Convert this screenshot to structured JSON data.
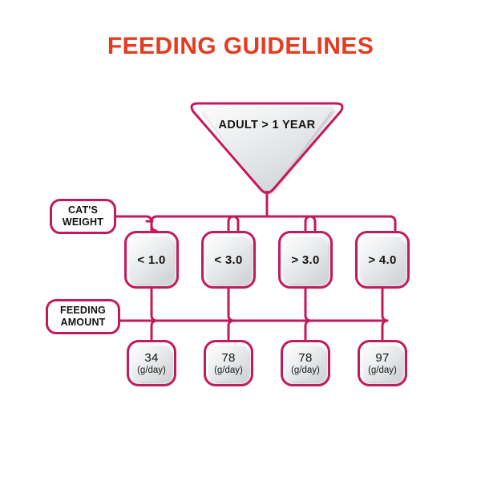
{
  "title": "FEEDING GUIDELINES",
  "colors": {
    "title": "#E63B20",
    "line": "#C3195D",
    "node_border": "#C3195D",
    "node_fill_light": "#FDFDFD",
    "node_fill_dark": "#CDD0D3",
    "text": "#141414",
    "background": "#FFFFFF"
  },
  "root": {
    "label": "ADULT  >  1 YEAR",
    "shape": "rounded-triangle-down"
  },
  "rows": [
    {
      "key": "weight",
      "label_line1": "CAT'S",
      "label_line2": "WEIGHT",
      "label_full": "CAT'S WEIGHT"
    },
    {
      "key": "amount",
      "label_line1": "FEEDING",
      "label_line2": "AMOUNT",
      "label_full": "FEEDING AMOUNT"
    }
  ],
  "columns": [
    {
      "weight": "< 1.0",
      "amount_value": "34",
      "amount_unit": "(g/day)"
    },
    {
      "weight": "< 3.0",
      "amount_value": "78",
      "amount_unit": "(g/day)"
    },
    {
      "weight": "> 3.0",
      "amount_value": "78",
      "amount_unit": "(g/day)"
    },
    {
      "weight": "> 4.0",
      "amount_value": "97",
      "amount_unit": "(g/day)"
    }
  ]
}
